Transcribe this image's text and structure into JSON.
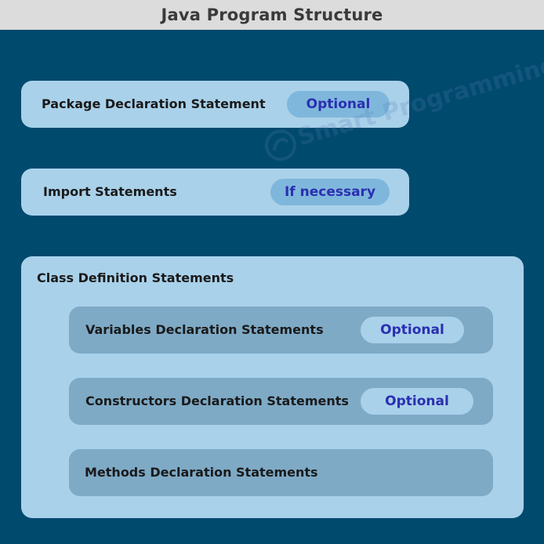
{
  "title": "Java Program Structure",
  "package": {
    "label": "Package Declaration Statement",
    "badge": "Optional"
  },
  "import": {
    "label": "Import Statements",
    "badge": "If necessary"
  },
  "class_def": {
    "label": "Class Definition Statements",
    "items": [
      {
        "label": "Variables Declaration Statements",
        "badge": "Optional"
      },
      {
        "label": "Constructors Declaration Statements",
        "badge": "Optional"
      },
      {
        "label": "Methods Declaration Statements"
      }
    ]
  },
  "watermark": {
    "text": "Smart Programming",
    "icon": "smart-programming-logo"
  },
  "colors": {
    "background": "#004a6e",
    "title_bar": "#dcdcdc",
    "card": "#a9d1ea",
    "inner_card": "#7eaac6",
    "badge": "#7fb7dc",
    "badge_text": "#2b2fb0"
  }
}
